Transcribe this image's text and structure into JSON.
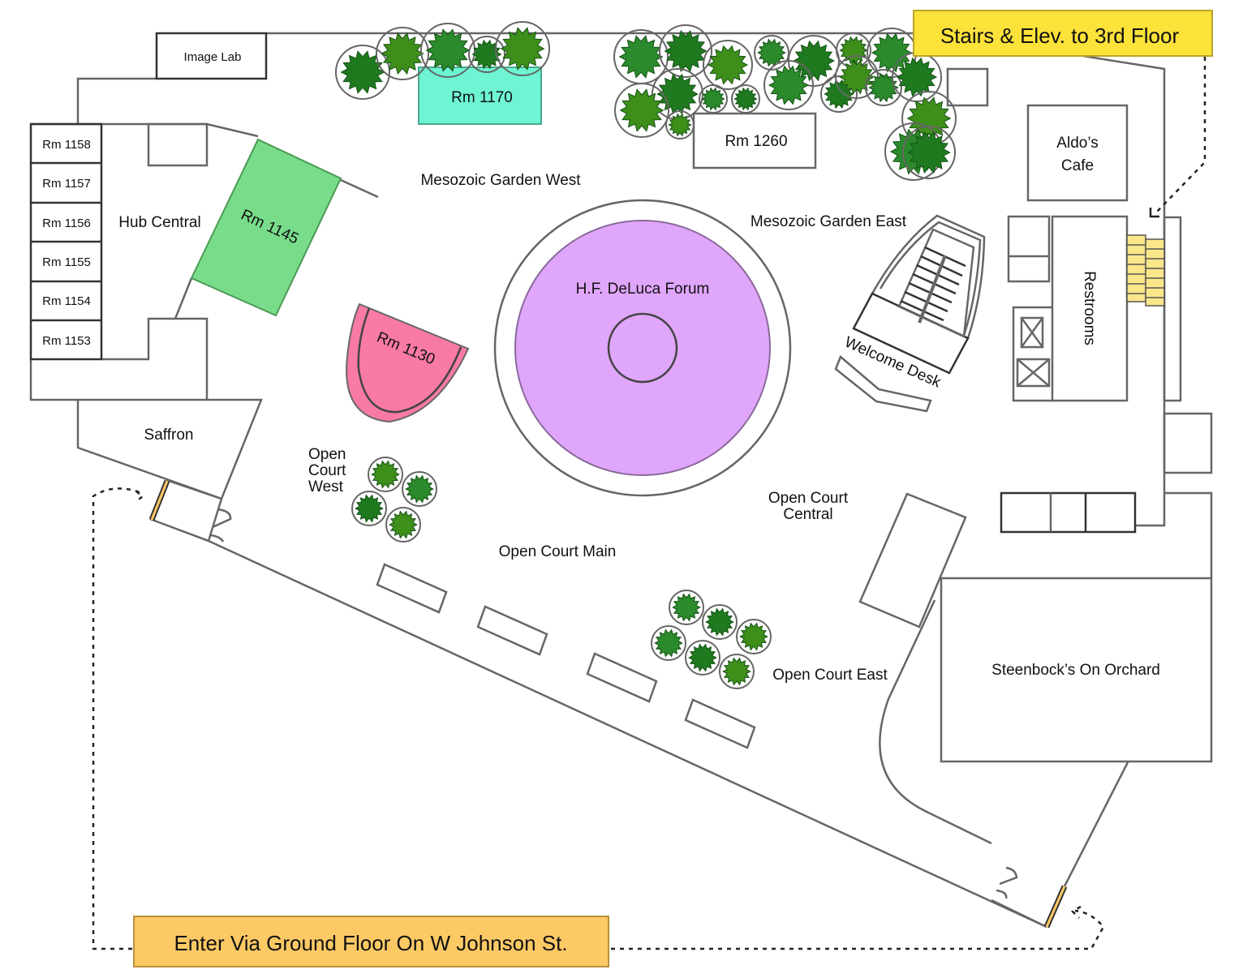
{
  "map": {
    "rooms": {
      "image_lab": "Image Lab",
      "rm1170": "Rm 1170",
      "rm1260": "Rm 1260",
      "rm1158": "Rm 1158",
      "rm1157": "Rm 1157",
      "rm1156": "Rm 1156",
      "rm1155": "Rm 1155",
      "rm1154": "Rm 1154",
      "rm1153": "Rm 1153",
      "rm1145": "Rm 1145",
      "rm1130": "Rm 1130",
      "hub_central": "Hub Central",
      "saffron": "Saffron",
      "forum": "H.F. DeLuca Forum",
      "aldos_line1": "Aldo’s",
      "aldos_line2": "Cafe",
      "restrooms": "Restrooms",
      "welcome_desk": "Welcome Desk",
      "steenbocks": "Steenbock’s On Orchard"
    },
    "areas": {
      "garden_west": "Mesozoic Garden West",
      "garden_east": "Mesozoic Garden East",
      "oc_west_1": "Open",
      "oc_west_2": "Court",
      "oc_west_3": "West",
      "oc_central_1": "Open Court",
      "oc_central_2": "Central",
      "oc_main": "Open Court Main",
      "oc_east": "Open Court East"
    },
    "callouts": {
      "stairs": "Stairs & Elev. to 3rd Floor",
      "enter": "Enter Via Ground Floor On W Johnson St."
    },
    "colors": {
      "rm1170": "#6ef5d3",
      "rm1145": "#79dc8a",
      "rm1130": "#f97aa5",
      "forum": "#e0a6fb",
      "stairs_callout": "#fde23a",
      "enter_callout": "#fdc965",
      "stairs_steps": "#fbe68a",
      "door": "#fdc965"
    }
  }
}
